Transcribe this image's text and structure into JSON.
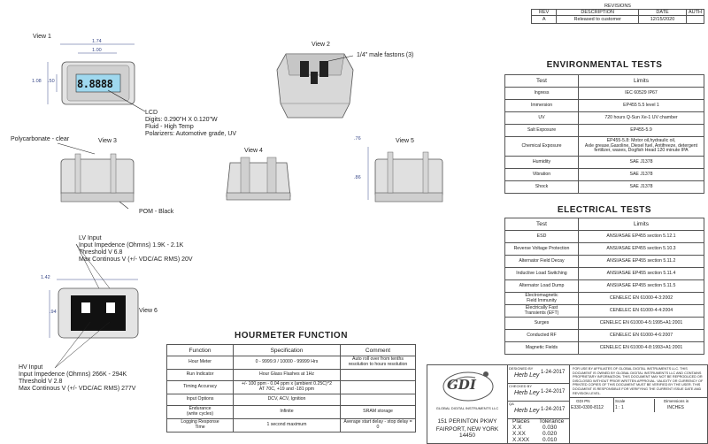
{
  "revisions": {
    "title": "REVISIONS",
    "headers": [
      "REV",
      "DESCRIPTION",
      "DATE",
      "AUTH"
    ],
    "rows": [
      [
        "A",
        "Released to customer",
        "12/15/2020",
        ""
      ]
    ]
  },
  "views": {
    "view1": "View 1",
    "view2": "View 2",
    "view3": "View 3",
    "view4": "View 4",
    "view5": "View 5",
    "view6": "View 6",
    "dim_174": "1.74",
    "dim_100": "1.00",
    "dim_108": "1.08",
    "dim_50": ".50",
    "dim_76": ".76",
    "dim_86": ".86",
    "dim_142": "1.42",
    "dim_94": ".94",
    "lcd_digits": "8.8888",
    "fastons": "1/4\" male fastons (3)",
    "polycarbonate": "Polycarbonate - clear",
    "pom": "POM - Black"
  },
  "lcd_note": [
    "LCD",
    "Digits: 0.290\"H  X 0.120\"W",
    "Fluid - High Temp",
    "Polarizers: Automotive grade, UV"
  ],
  "lv_note": [
    "LV Input",
    "Input Impedence (Ohmns) 1.9K - 2.1K",
    "Threshold V  6.8",
    "Max Continous V (+/- VDC/AC RMS) 20V"
  ],
  "hv_note": [
    "HV Input",
    "Input Impedence (Ohmns) 266K - 294K",
    "Threshold V  2.8",
    "Max Continous V (+/- VDC/AC RMS) 277V"
  ],
  "environmental": {
    "title": "ENVIRONMENTAL TESTS",
    "headers": [
      "Test",
      "Limits"
    ],
    "rows": [
      [
        "Ingress",
        "IEC 60529 IP67"
      ],
      [
        "Immersion",
        "EP455 5.5 level 1"
      ],
      [
        "UV",
        "720 hours Q-Sun Xe-1 UV chamber"
      ],
      [
        "Salt Exposure",
        "EP455-5.9"
      ],
      [
        "Chemical Exposure",
        "EP455-5.8: Motor oil,hydraulic oil,\nAxle grease,Gasoline, Diesel fuel, Antifreeze, detergent\nfertilizer, waxes, Dogfish Head 120 minute IPA"
      ],
      [
        "Humidity",
        "SAE J1378"
      ],
      [
        "Vibration",
        "SAE J1378"
      ],
      [
        "Shock",
        "SAE J1378"
      ]
    ]
  },
  "electrical": {
    "title": "ELECTRICAL TESTS",
    "headers": [
      "Test",
      "Limits"
    ],
    "rows": [
      [
        "ESD",
        "ANSI/ASAE EP455 section 5.12.1"
      ],
      [
        "Reverse Voltage Protection",
        "ANSI/ASAE EP455 section 5.10.3"
      ],
      [
        "Alternator Field Decay",
        "ANSI/ASAE EP455 section 5.11.2"
      ],
      [
        "Inductive Load Switching",
        "ANSI/ASAE EP455 section 5.11.4"
      ],
      [
        "Alternator Load Dump",
        "ANSI/ASAE EP455 section 5.11.5"
      ],
      [
        "Electromagnetic\nField Immunity",
        "CENELEC EN 61000-4-3:2002"
      ],
      [
        "Electrically Fast\nTransients (EFT)",
        "CENELEC EN 61000-4-4:2004"
      ],
      [
        "Surges",
        "CENELEC EN 61000-4-5:1995+A1:2001"
      ],
      [
        "Conducted RF",
        "CENELEC EN 61000-4-6:2007"
      ],
      [
        "Magnetic Fields",
        "CENELEC EN 61000-4-8:1993+A1:2001"
      ]
    ]
  },
  "hourmeter": {
    "title": "HOURMETER FUNCTION",
    "headers": [
      "Function",
      "Specification",
      "Comment"
    ],
    "rows": [
      [
        "Hour Meter",
        "0 - 9999.9 / 10000 - 99999 Hrs",
        "Auto roll over from tenths\nresolution to hours resolution"
      ],
      [
        "Run Indicator",
        "Hour Glass Flashes at 1Hz",
        ""
      ],
      [
        "Timing Accuracy",
        "+/- 100 ppm - 0.04 ppm x (ambient 0.25C)^2\nAT 70C, +19 and -181 ppm",
        ""
      ],
      [
        "Input Options",
        "DCV, ACV, Ignition",
        ""
      ],
      [
        "Endurance\n(write cycles)",
        "Infinite",
        "SRAM storage"
      ],
      [
        "Logging Response\nTime",
        "1 second maximum",
        "Average start delay - stop delay = 0"
      ]
    ]
  },
  "title_block": {
    "designed_by_label": "DESIGNED BY",
    "designed_by": "Herb Ley",
    "date1": "1-24-2017",
    "checked_label": "CHECKED BY",
    "checked_by": "Herb Ley",
    "date2": "1-24-2017",
    "approved_label": "QA",
    "approved_by": "Herb Ley",
    "date3": "1-24-2017",
    "company": "GLOBAL DIGITAL INSTRUMENTS LLC",
    "logo": "GDI",
    "address1": "151 PERINTON PKWY",
    "address2": "FAIRPORT, NEW YORK 14450",
    "part_label": "GDI PN",
    "part_number": "E330-0300-8112",
    "scale_label": "Scale",
    "scale": "1 : 1",
    "dimensions_label": "Dimensions in",
    "dimensions": "INCHES",
    "places_label": "Places",
    "tolerance_label": "Tolerance",
    "places": [
      "X.X",
      "X.XX",
      "X.XXX"
    ],
    "tolerances": [
      "0.030",
      "0.020",
      "0.010"
    ],
    "notice": "FOR USE BY AFFILIATES OF GLOBAL DIGITAL INSTRUMENTS LLC. THIS DOCUMENT IS OWNED BY GLOBAL DIGITAL INSTRUMENTS LLC AND CONTAINS PROPRIETARY INFORMATION. THIS DOCUMENT MAY NOT BE REPRODUCED OR DISCLOSED WITHOUT PRIOR WRITTEN APPROVAL. VALIDITY OR CURRENCY OF PRINTED COPIES OF THIS DOCUMENT MUST BE VERIFIED BY THE USER. THIS DOCUMENT IS RESPONSIBLE FOR VERIFYING THE CURRENT ISSUE DATE AND REVISION LEVEL."
  }
}
